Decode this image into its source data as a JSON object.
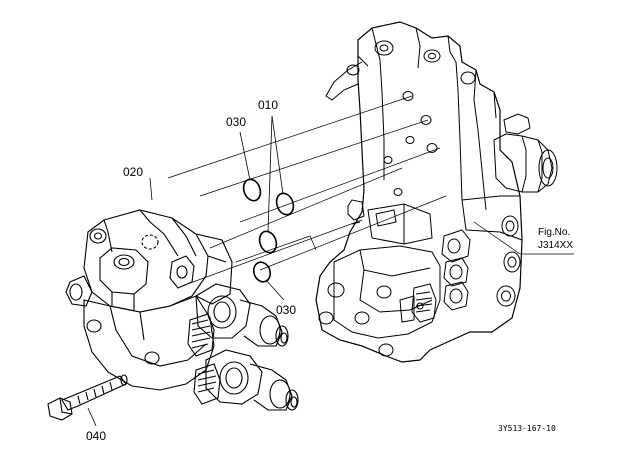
{
  "callouts": {
    "part_010": "010",
    "part_020": "020",
    "part_030_upper": "030",
    "part_030_lower": "030",
    "part_040": "040"
  },
  "figure_ref": {
    "line1": "Fig.No.",
    "line2": "J314XX"
  },
  "drawing_number": "3Y513-167-10",
  "colors": {
    "line": "#000000",
    "background": "#ffffff"
  }
}
